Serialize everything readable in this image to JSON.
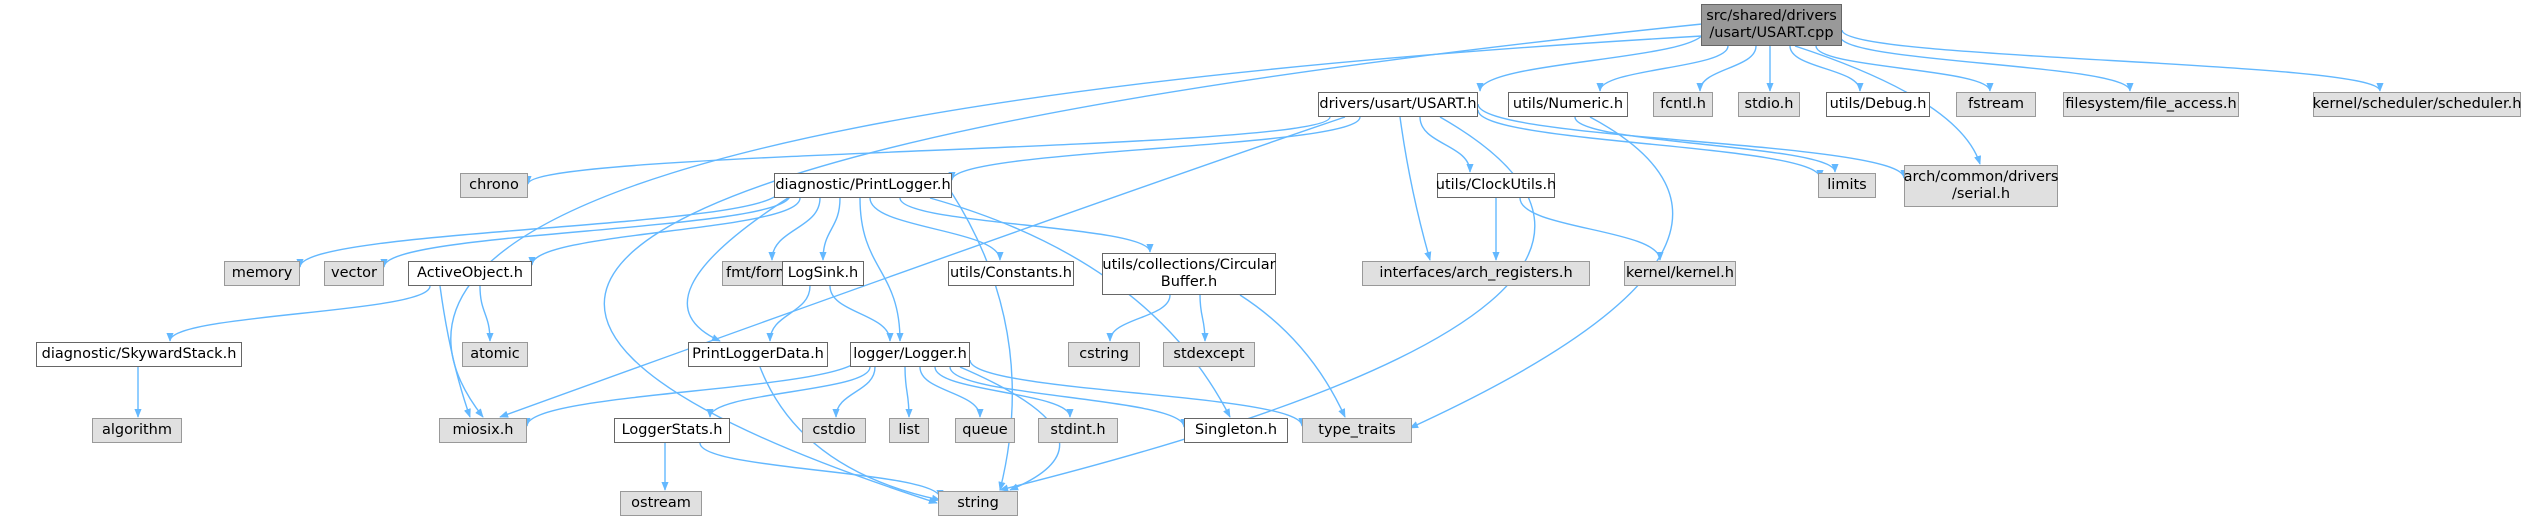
{
  "colors": {
    "edge": "#63b8ff",
    "root_fill": "#999999",
    "std_fill": "#e0e0e0",
    "local_fill": "#ffffff",
    "border": "#666666"
  },
  "nodes": {
    "root": "src/shared/drivers\n/usart/USART.cpp",
    "usart_h": "drivers/usart/USART.h",
    "numeric": "utils/Numeric.h",
    "fcntl": "fcntl.h",
    "stdio_h": "stdio.h",
    "debug": "utils/Debug.h",
    "fstream": "fstream",
    "file_access": "filesystem/file_access.h",
    "scheduler": "kernel/scheduler/scheduler.h",
    "chrono": "chrono",
    "printlogger": "diagnostic/PrintLogger.h",
    "clockutils": "utils/ClockUtils.h",
    "limits": "limits",
    "serial": "arch/common/drivers\n/serial.h",
    "memory": "memory",
    "vector": "vector",
    "activeobject": "ActiveObject.h",
    "fmt": "fmt/format.h",
    "logsink": "LogSink.h",
    "constants": "utils/Constants.h",
    "circularbuffer": "utils/collections/Circular\nBuffer.h",
    "arch_registers": "interfaces/arch_registers.h",
    "kernel": "kernel/kernel.h",
    "skyward": "diagnostic/SkywardStack.h",
    "atomic": "atomic",
    "printloggerdata": "PrintLoggerData.h",
    "logger": "logger/Logger.h",
    "cstring": "cstring",
    "stdexcept": "stdexcept",
    "algorithm": "algorithm",
    "miosix": "miosix.h",
    "loggerstats": "LoggerStats.h",
    "cstdio": "cstdio",
    "list": "list",
    "queue": "queue",
    "stdint": "stdint.h",
    "singleton": "Singleton.h",
    "type_traits": "type_traits",
    "ostream": "ostream",
    "string": "string"
  }
}
